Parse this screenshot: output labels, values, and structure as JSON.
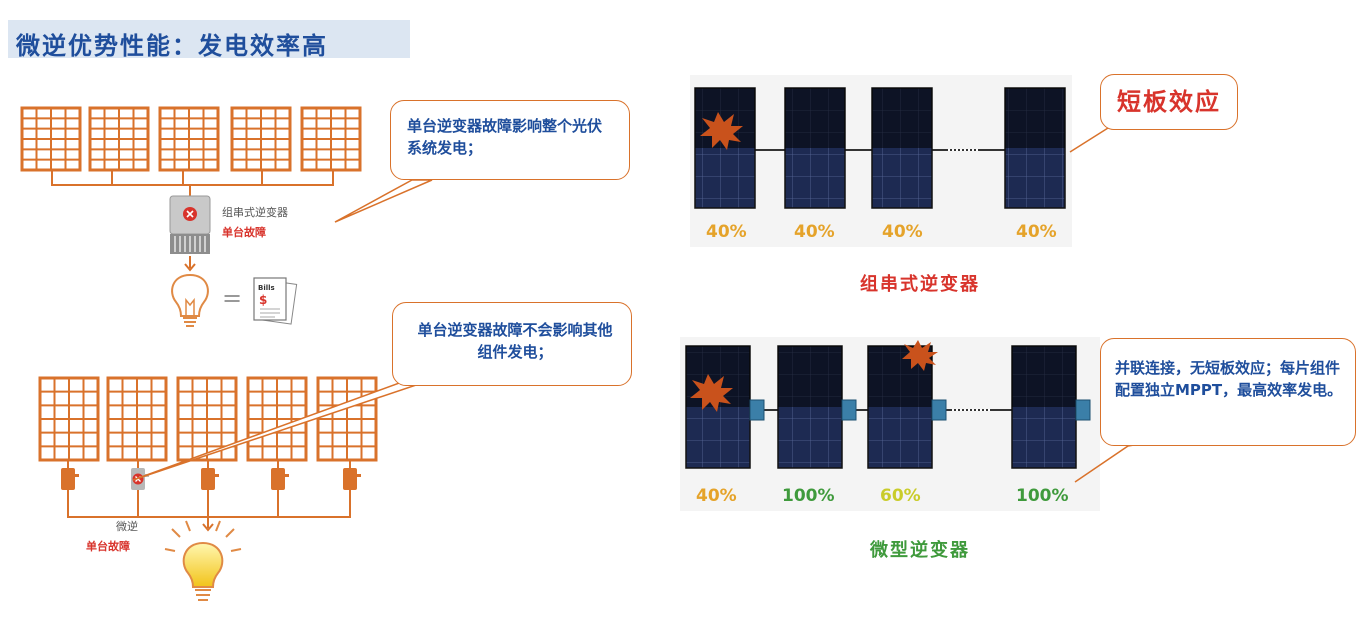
{
  "page": {
    "title": "微逆优势性能：发电效率高"
  },
  "left_top": {
    "callout": "单台逆变器故障影响整个光伏系统发电；",
    "inverter_name": "组串式逆变器",
    "inverter_fault": "单台故障",
    "bills_label": "Bills",
    "bills_symbol": "$",
    "equals": "="
  },
  "left_bottom": {
    "callout": "单台逆变器故障不会影响其他组件发电；",
    "inverter_name": "微逆",
    "inverter_fault": "单台故障"
  },
  "right_top": {
    "callout": "短板效应",
    "caption": "组串式逆变器",
    "percentages": [
      "40%",
      "40%",
      "40%",
      "40%"
    ]
  },
  "right_bottom": {
    "callout": "并联连接，无短板效应；每片组件配置独立MPPT，最高效率发电。",
    "caption": "微型逆变器",
    "percentages": [
      "40%",
      "100%",
      "60%",
      "100%"
    ]
  },
  "colors": {
    "panel_orange": "#d9722b",
    "title_blue": "#1f4e9c",
    "red": "#d8342c",
    "green": "#3f9a3c",
    "pct_orange": "#e5a32a",
    "pct_green": "#3f9a3c",
    "pct_yellow": "#c9cc2a"
  }
}
